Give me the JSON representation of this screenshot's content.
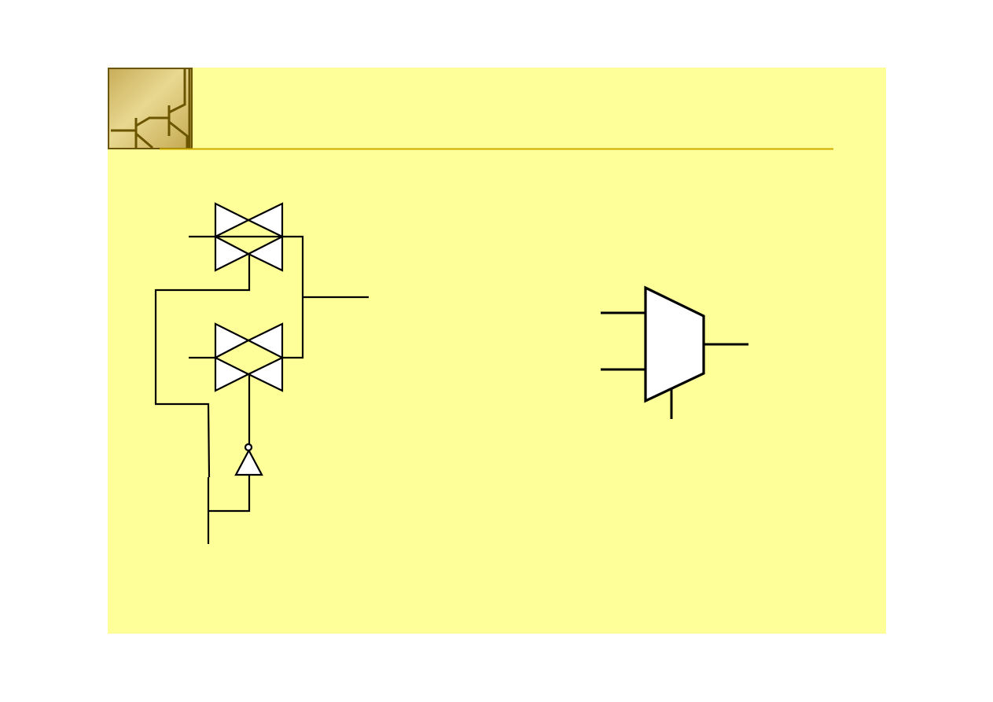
{
  "slide": {
    "background_color": "#ffff99",
    "title_rule_color": "#ccaa00",
    "logo": {
      "icon": "darlington-transistor-logo",
      "colors": [
        "#c8ad5a",
        "#e8d890",
        "#6b5500"
      ]
    }
  },
  "diagram": {
    "left_circuit": {
      "type": "transmission-gate-multiplexer",
      "components": [
        "transmission-gate",
        "transmission-gate",
        "inverter"
      ]
    },
    "right_symbol": {
      "type": "multiplexer-symbol",
      "inputs": 2,
      "outputs": 1,
      "select_lines": 1
    },
    "wire_color": "#000000",
    "fill_color": "#ffffff"
  }
}
